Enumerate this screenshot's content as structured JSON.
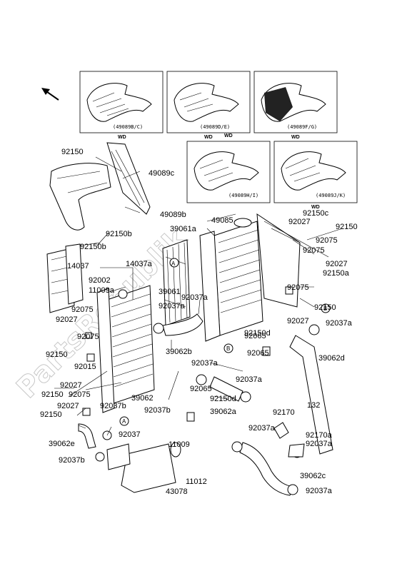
{
  "watermark": "PartsRepublik",
  "decal_sets": [
    {
      "label": "(49089B/C)",
      "wd": "WD"
    },
    {
      "label": "(49089D/E)",
      "wd": "WD"
    },
    {
      "label": "(49089F/G)",
      "wd": "WD"
    },
    {
      "label": "(49089H/I)",
      "wd": "WD"
    },
    {
      "label": "(49089J/K)",
      "wd": "WD"
    }
  ],
  "callouts": {
    "A": "A",
    "B": "B"
  },
  "part_labels": [
    "92150",
    "49089c",
    "49089b",
    "92150b",
    "92150b",
    "49085",
    "39061a",
    "14037a",
    "14037",
    "92002",
    "11009a",
    "39061",
    "92037a",
    "92037a",
    "92075",
    "92027",
    "92075",
    "92150",
    "92015",
    "92027",
    "92150",
    "92075",
    "92027",
    "92150",
    "92037b",
    "92037b",
    "39062e",
    "92037b",
    "92037",
    "39062b",
    "39062",
    "92065",
    "92037a",
    "92150d",
    "92037a",
    "39062a",
    "92065",
    "92065",
    "92150d",
    "92027",
    "92075",
    "92150",
    "92037a",
    "39062d",
    "92150c",
    "92027",
    "92150",
    "92075",
    "92075",
    "92027",
    "92150a",
    "92170",
    "132",
    "92170a",
    "92037a",
    "39062c",
    "92037a",
    "92037a",
    "11009",
    "11012",
    "43078"
  ]
}
